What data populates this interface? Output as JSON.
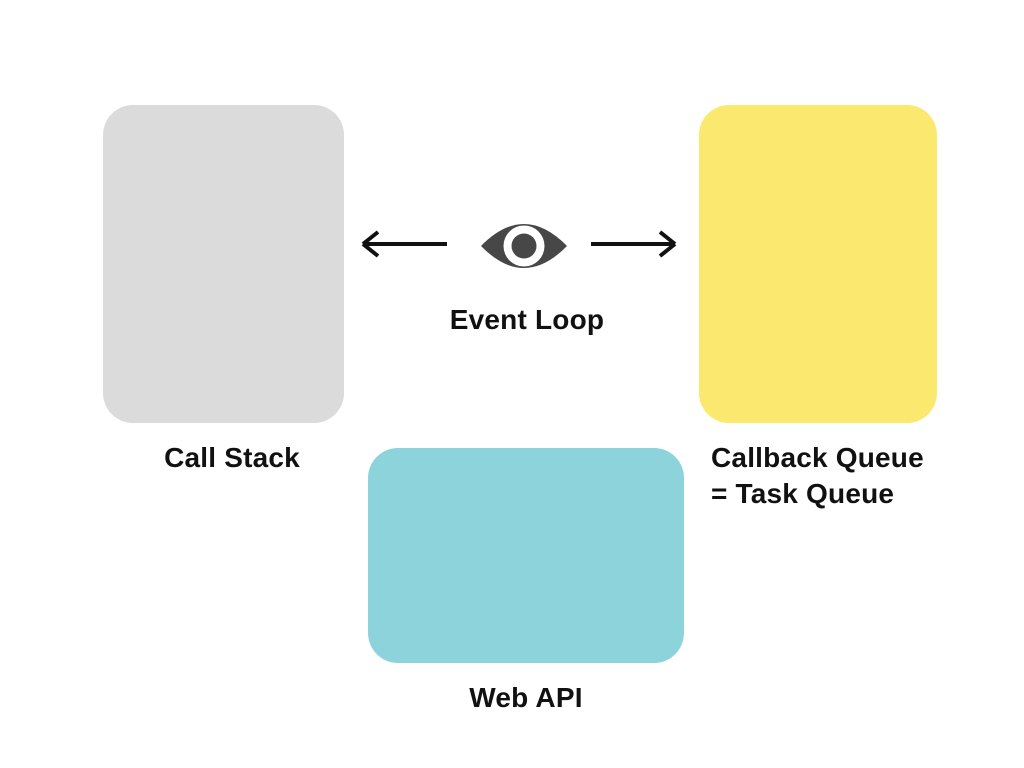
{
  "diagram": {
    "background": "#ffffff",
    "text_color": "#111111",
    "nodes": {
      "call_stack": {
        "label": "Call Stack",
        "color": "#dbdbdb"
      },
      "callback_queue": {
        "label": "Callback Queue\n= Task Queue",
        "color": "#fae96e"
      },
      "web_api": {
        "label": "Web API",
        "color": "#8dd3dc"
      }
    },
    "center": {
      "label": "Event Loop",
      "icon": "eye-icon",
      "icon_color": "#474747",
      "arrow_color": "#111111"
    }
  }
}
